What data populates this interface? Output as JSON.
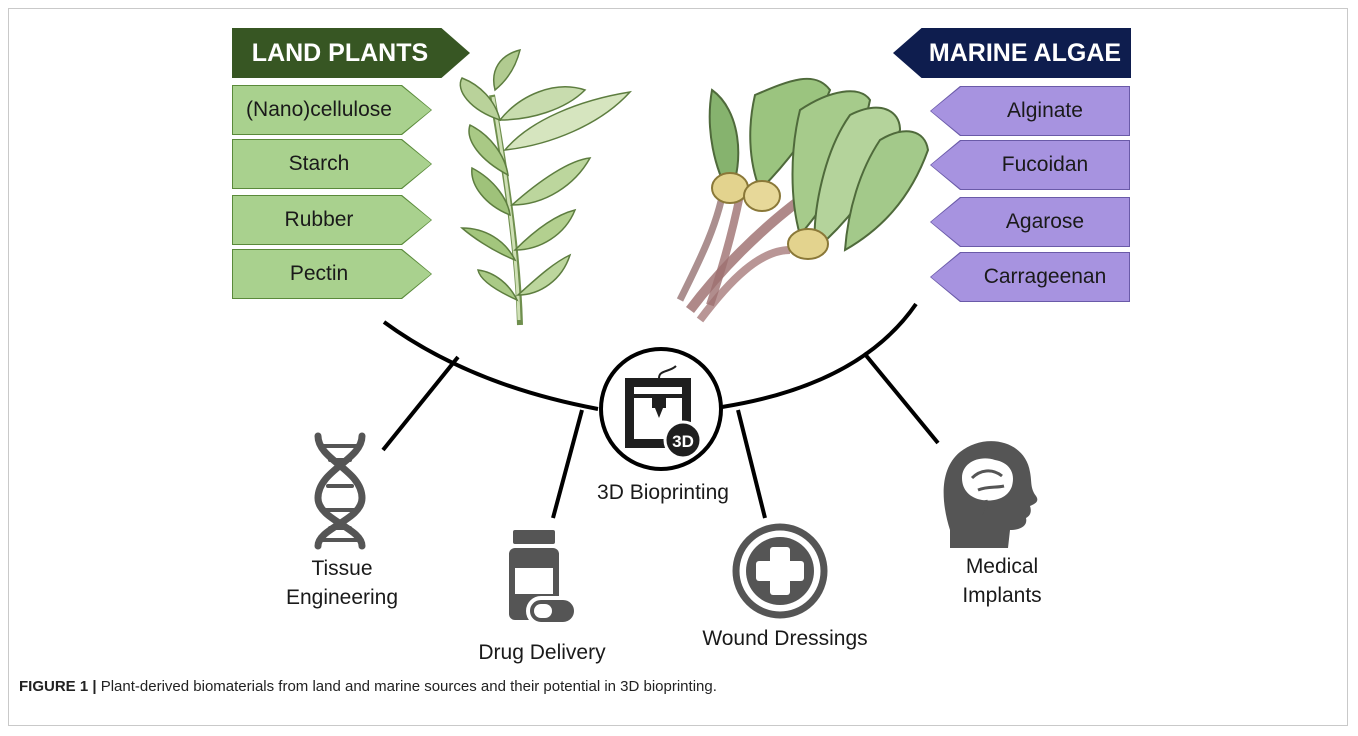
{
  "land": {
    "title": "LAND PLANTS",
    "items": [
      "(Nano)cellulose",
      "Starch",
      "Rubber",
      "Pectin"
    ]
  },
  "marine": {
    "title": "MARINE ALGAE",
    "items": [
      "Alginate",
      "Fucoidan",
      "Agarose",
      "Carrageenan"
    ]
  },
  "center": {
    "label": "3D Bioprinting",
    "badge": "3D"
  },
  "applications": {
    "tissue": [
      "Tissue",
      "Engineering"
    ],
    "drug": "Drug Delivery",
    "wound": "Wound Dressings",
    "implants": [
      "Medical",
      "Implants"
    ]
  },
  "caption": {
    "label": "FIGURE 1 |",
    "text": " Plant-derived biomaterials from land and marine sources and their potential in 3D bioprinting."
  },
  "colors": {
    "land_banner": "#375623",
    "land_tag": "#a9d18e",
    "marine_banner": "#0e1d4e",
    "marine_tag": "#a793e0",
    "icon_gray": "#555555"
  },
  "icons": [
    "dna-icon",
    "pill-bottle-icon",
    "3d-printer-icon",
    "plus-circle-icon",
    "brain-head-icon",
    "land-plant-illustration",
    "algae-illustration"
  ]
}
